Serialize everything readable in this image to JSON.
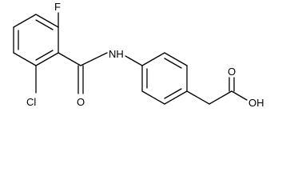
{
  "molecule": {
    "atoms": {
      "fluorine": "F",
      "chlorine": "Cl",
      "carbonyl_oxygen": "O",
      "amide_nh": "NH",
      "acid_carbonyl_oxygen": "O",
      "hydroxyl": "OH"
    }
  }
}
